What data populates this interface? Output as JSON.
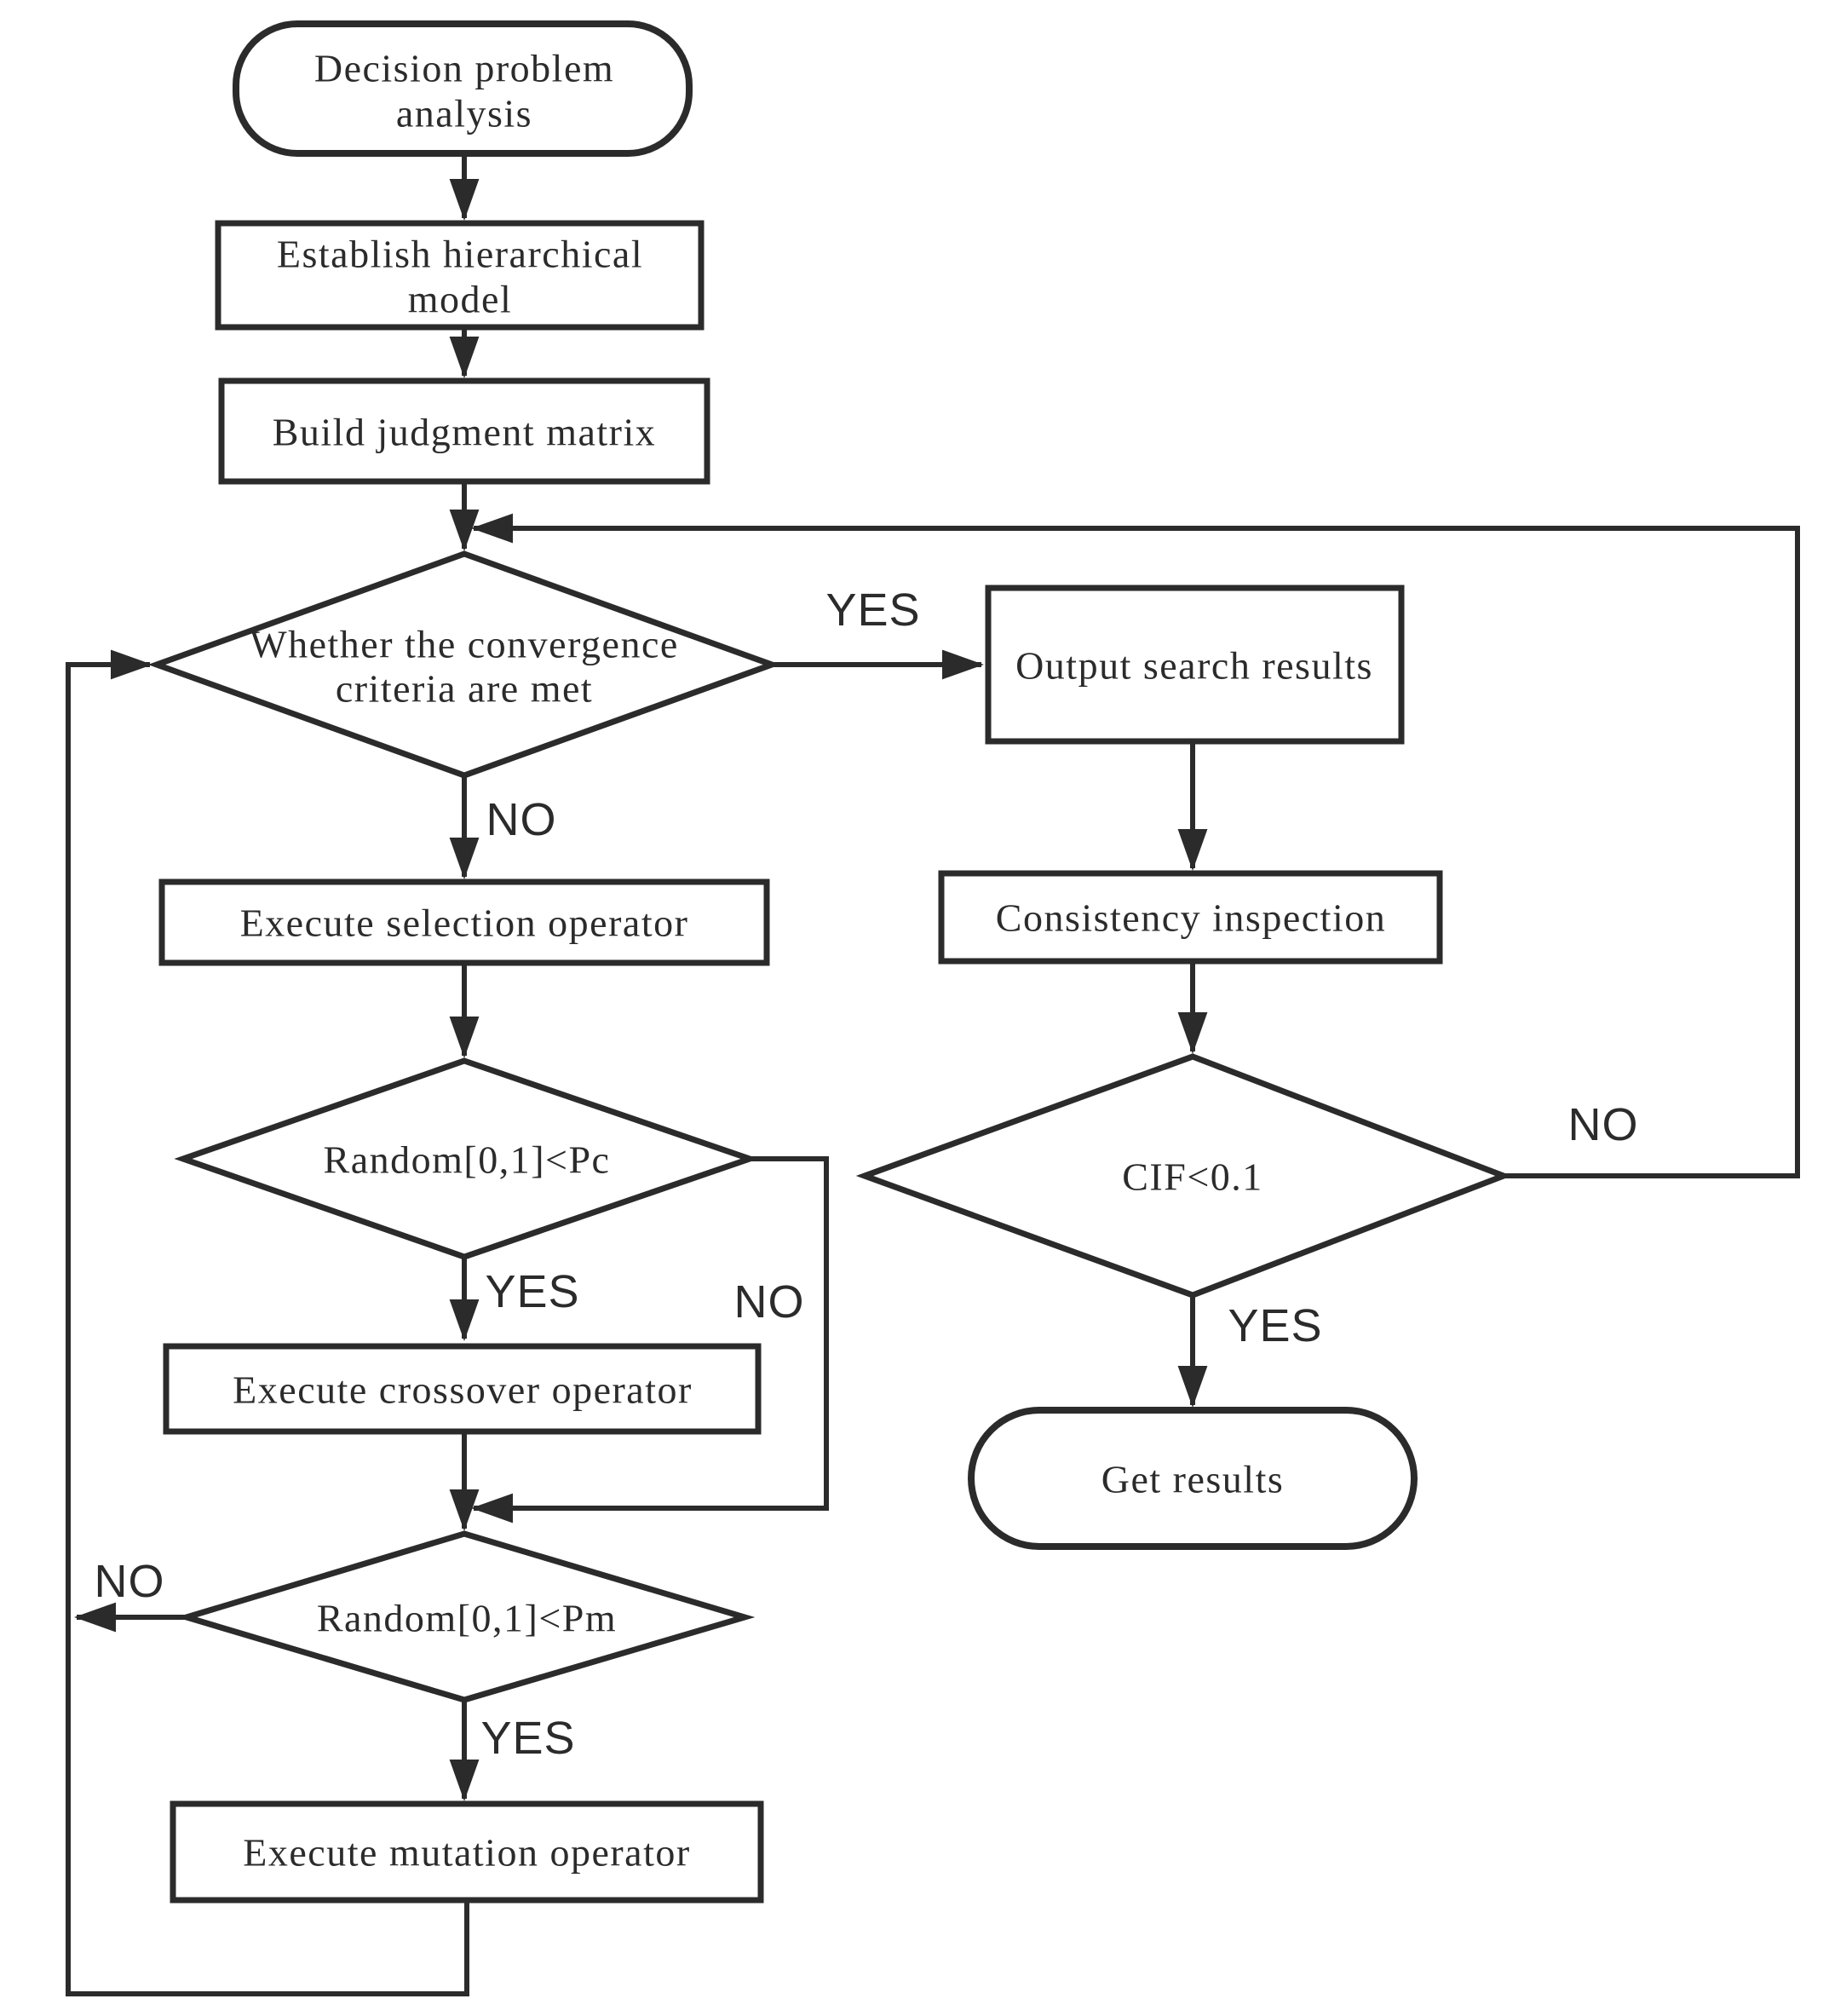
{
  "diagram": {
    "colors": {
      "line": "#2b2b2b",
      "shape_fill": "#ffffff",
      "text": "#2b2b2b",
      "background": "#ffffff"
    },
    "nodes": {
      "decision_analysis": {
        "shape": "terminal",
        "lines": [
          "Decision problem",
          "analysis"
        ]
      },
      "establish_model": {
        "shape": "process",
        "lines": [
          "Establish hierarchical",
          "model"
        ]
      },
      "build_matrix": {
        "shape": "process",
        "lines": [
          "Build judgment matrix"
        ]
      },
      "convergence_check": {
        "shape": "decision",
        "lines": [
          "Whether the convergence",
          "criteria are met"
        ]
      },
      "selection_operator": {
        "shape": "process",
        "lines": [
          "Execute selection operator"
        ]
      },
      "random_pc": {
        "shape": "decision",
        "lines": [
          "Random[0,1]<Pc"
        ]
      },
      "crossover_operator": {
        "shape": "process",
        "lines": [
          "Execute crossover operator"
        ]
      },
      "random_pm": {
        "shape": "decision",
        "lines": [
          "Random[0,1]<Pm"
        ]
      },
      "mutation_operator": {
        "shape": "process",
        "lines": [
          "Execute mutation operator"
        ]
      },
      "output_results": {
        "shape": "process",
        "lines": [
          "Output search results"
        ]
      },
      "consistency_inspection": {
        "shape": "process",
        "lines": [
          "Consistency inspection"
        ]
      },
      "cif_check": {
        "shape": "decision",
        "lines": [
          "CIF<0.1"
        ]
      },
      "get_results": {
        "shape": "terminal",
        "lines": [
          "Get results"
        ]
      }
    },
    "edge_labels": {
      "convergence_yes": "YES",
      "convergence_no": "NO",
      "pc_yes": "YES",
      "pc_no": "NO",
      "pm_yes": "YES",
      "pm_no": "NO",
      "cif_yes": "YES",
      "cif_no": "NO"
    }
  }
}
